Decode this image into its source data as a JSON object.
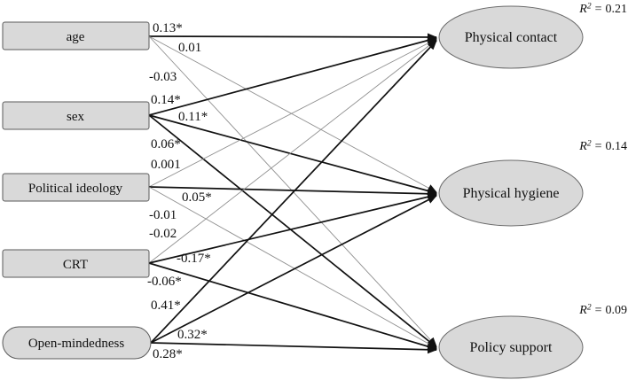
{
  "diagram": {
    "predictors": [
      {
        "label": "age"
      },
      {
        "label": "sex"
      },
      {
        "label": "Political ideology"
      },
      {
        "label": "CRT"
      },
      {
        "label": "Open-mindedness"
      }
    ],
    "outcomes": [
      {
        "label": "Physical contact",
        "r2_var": "R",
        "r2_sup": "2",
        "r2_eq": "=",
        "r2_value": "0.21"
      },
      {
        "label": "Physical hygiene",
        "r2_var": "R",
        "r2_sup": "2",
        "r2_eq": "=",
        "r2_value": "0.14"
      },
      {
        "label": "Policy support",
        "r2_var": "R",
        "r2_sup": "2",
        "r2_eq": "=",
        "r2_value": "0.09"
      }
    ],
    "paths": [
      {
        "from": "age",
        "to": "Physical contact",
        "coef": "0.13*",
        "significant": true
      },
      {
        "from": "age",
        "to": "Physical hygiene",
        "coef": "0.01",
        "significant": false
      },
      {
        "from": "age",
        "to": "Policy support",
        "coef": "-0.03",
        "significant": false
      },
      {
        "from": "sex",
        "to": "Physical contact",
        "coef": "0.14*",
        "significant": true
      },
      {
        "from": "sex",
        "to": "Physical hygiene",
        "coef": "0.11*",
        "significant": true
      },
      {
        "from": "sex",
        "to": "Policy support",
        "coef": "0.06*",
        "significant": true
      },
      {
        "from": "Political ideology",
        "to": "Physical contact",
        "coef": "0.001",
        "significant": false
      },
      {
        "from": "Political ideology",
        "to": "Physical hygiene",
        "coef": "0.05*",
        "significant": true
      },
      {
        "from": "Political ideology",
        "to": "Policy support",
        "coef": "-0.01",
        "significant": false
      },
      {
        "from": "CRT",
        "to": "Physical contact",
        "coef": "-0.02",
        "significant": false
      },
      {
        "from": "CRT",
        "to": "Physical hygiene",
        "coef": "-0.17*",
        "significant": true
      },
      {
        "from": "CRT",
        "to": "Policy support",
        "coef": "-0.06*",
        "significant": true
      },
      {
        "from": "Open-mindedness",
        "to": "Physical contact",
        "coef": "0.41*",
        "significant": true
      },
      {
        "from": "Open-mindedness",
        "to": "Physical hygiene",
        "coef": "0.32*",
        "significant": true
      },
      {
        "from": "Open-mindedness",
        "to": "Policy support",
        "coef": "0.28*",
        "significant": true
      }
    ],
    "colors": {
      "node_fill": "#d9d9d9",
      "node_stroke": "#5a5a5a",
      "significant_line": "#111111",
      "nonsignificant_line": "#909090",
      "background": "#ffffff"
    }
  }
}
